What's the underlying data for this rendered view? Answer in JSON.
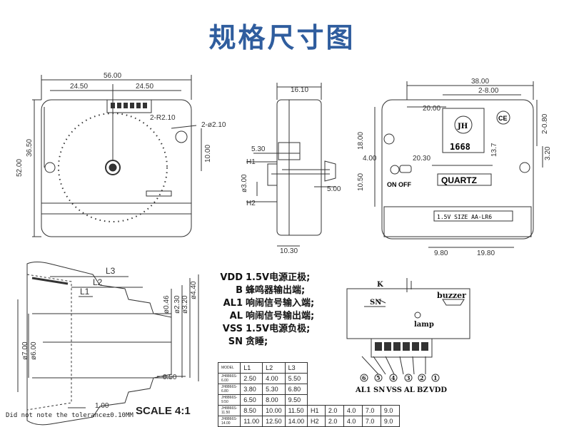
{
  "title": "规格尺寸图",
  "front": {
    "w": "56.00",
    "half1": "24.50",
    "half2": "24.50",
    "h": "52.00",
    "h2": "36.50",
    "r": "2-R2.10",
    "d": "2-ø2.10",
    "tab": "10.00"
  },
  "side": {
    "top": "16.10",
    "a": "5.30",
    "h1": "H1",
    "h2": "H2",
    "d": "ø3.00",
    "b": "5.00",
    "bottom": "10.30"
  },
  "back": {
    "w": "38.00",
    "w2": "2-8.00",
    "w3": "20.00",
    "v1": "18.00",
    "v2": "4.00",
    "v3": "20.30",
    "v4": "10.50",
    "v5": "13.7",
    "v6": "2-0.80",
    "v7": "3.20",
    "bt1": "9.80",
    "bt2": "19.80",
    "logo": "JH",
    "num": "1668",
    "quartz": "QUARTZ",
    "onoff": "ON OFF",
    "battery": "1.5V SIZE AA-LR6"
  },
  "shaft": {
    "l3": "L3",
    "l2": "L2",
    "l1": "L1",
    "d1": "ø0.46",
    "d2": "ø2.30",
    "d3": "ø3.20",
    "d4": "ø4.40",
    "d7": "ø7.00",
    "d6": "ø6.00",
    "c": "0.50",
    "b": "1.00"
  },
  "legend": [
    {
      "k": "VDD",
      "v": "1.5V电源正极;"
    },
    {
      "k": "B",
      "v": "蜂鸣器输出端;"
    },
    {
      "k": "AL1",
      "v": "响闹信号输入端;"
    },
    {
      "k": "AL",
      "v": "响闹信号输出端;"
    },
    {
      "k": "VSS",
      "v": "1.5V电源负极;"
    },
    {
      "k": "SN",
      "v": "贪睡;"
    }
  ],
  "circuit": {
    "sn": "SN",
    "buzzer": "buzzer",
    "lamp": "lamp",
    "k": "K",
    "pins": [
      "AL1",
      "SN",
      "VSS",
      "AL",
      "BZ",
      "VDD"
    ],
    "nums": [
      "6",
      "5",
      "4",
      "3",
      "2",
      "1"
    ]
  },
  "model_table": {
    "headers": [
      "MODEL",
      "L1",
      "L2",
      "L3"
    ],
    "rows": [
      [
        "JH8866S-6.00",
        "2.50",
        "4.00",
        "5.50"
      ],
      [
        "JH8866S-6.80",
        "3.80",
        "5.30",
        "6.80"
      ],
      [
        "JH8866S-9.50",
        "6.50",
        "8.00",
        "9.50"
      ],
      [
        "JH8866S-11.50",
        "8.50",
        "10.00",
        "11.50"
      ],
      [
        "JH8866S-14.00",
        "11.00",
        "12.50",
        "14.00"
      ]
    ]
  },
  "h_table": {
    "rows": [
      [
        "H1",
        "2.0",
        "4.0",
        "7.0",
        "9.0"
      ],
      [
        "H2",
        "2.0",
        "4.0",
        "7.0",
        "9.0"
      ]
    ]
  },
  "scale": "SCALE 4:1",
  "note": "Did not note the tolerance±0.10MM"
}
